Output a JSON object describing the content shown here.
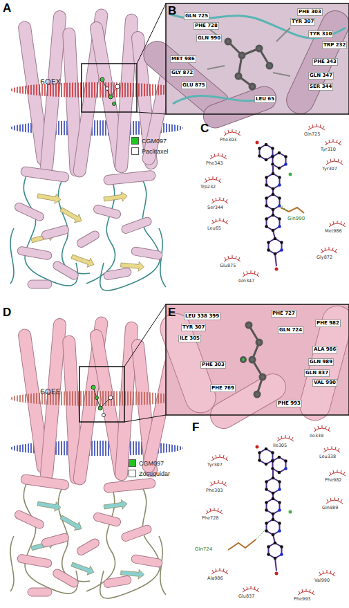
{
  "diagram": {
    "labels": [
      "A",
      "6QEX",
      "B",
      "GLN 725",
      "PHE 728",
      "PHE 303",
      "TYR 307",
      "GLN 990",
      "TYR 310",
      "TRP 232",
      "MET 986",
      "PHE 343",
      "GLY 872",
      "GLN 347",
      "GLU 875",
      "SER 344",
      "LEU 65",
      "C",
      "Phe303",
      "Gln725",
      "Tyr310",
      "Tyr307",
      "Phe343",
      "Trp232",
      "Ser344",
      "Leu65",
      "Gln990",
      "Met986",
      "Gly872",
      "Glu875",
      "Gln347",
      "D",
      "6QEE",
      "E",
      "LEU 338 399",
      "PHE 727",
      "PHE 982",
      "TYR 307",
      "GLN 724",
      "ILE 305",
      "ALA 986",
      "GLN 989",
      "GLN 837",
      "VAL 990",
      "PHE 303",
      "PHE 769",
      "PHE 993",
      "F",
      "Ile339",
      "Ile305",
      "Leu338",
      "Tyr307",
      "Phe982",
      "Phe303",
      "Gln989",
      "Phe728",
      "Gln724",
      "Ala986",
      "Val990",
      "Glu837",
      "Phe993"
    ],
    "legend": [
      {
        "text": "CGM097",
        "color": "#22c322"
      },
      {
        "text": "Paclitaxel",
        "color": "#ffffff"
      },
      {
        "text": "CGM097",
        "color": "#22c322"
      },
      {
        "text": "Zosuquidar",
        "color": "#ffffff"
      }
    ]
  }
}
